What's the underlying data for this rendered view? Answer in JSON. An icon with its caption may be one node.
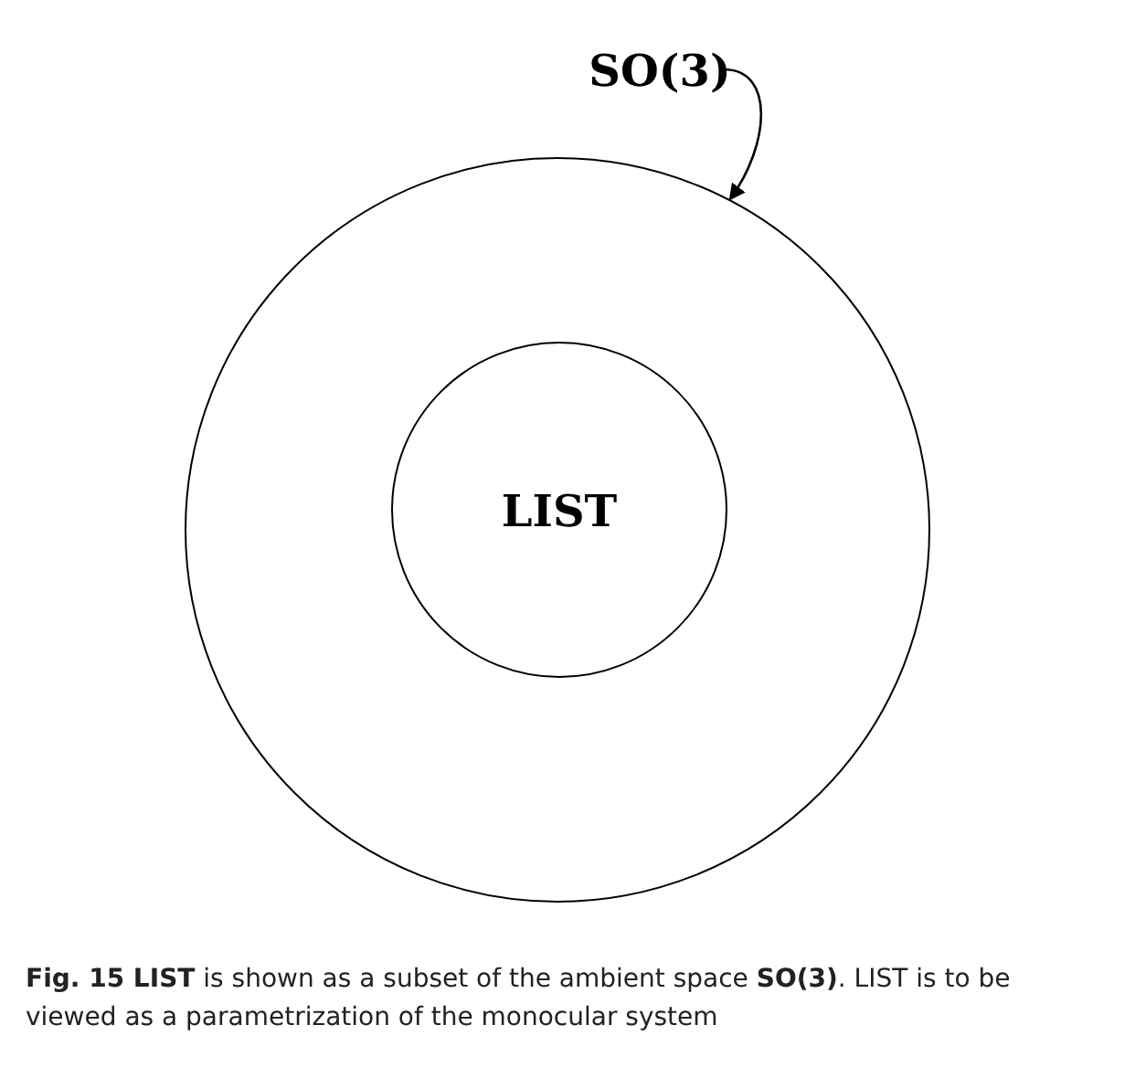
{
  "diagram": {
    "caption": "**Fig. 15 LIST** is shown as a subset of the ambient space **SO(3)**. LIST is to be viewed as a parametrization of the monocular system",
    "nodes": [
      {
        "text": [],
        "shape": "circle"
      },
      {
        "text": [
          "LIST"
        ],
        "in": 0
      },
      {
        "text": [
          "SO(3)"
        ]
      }
    ],
    "edges": [
      {
        "from": 2,
        "to": 0,
        "arrow": "to"
      }
    ]
  }
}
